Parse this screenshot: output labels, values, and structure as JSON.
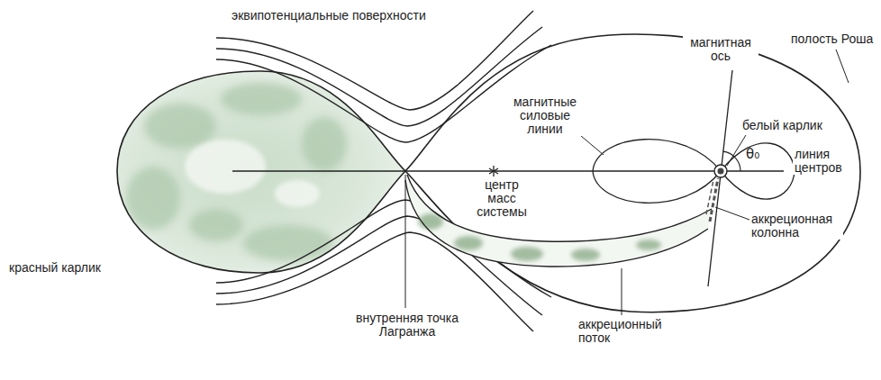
{
  "diagram": {
    "labels": [
      "эквипотенциальные поверхности",
      "магнитная ось",
      "полость Роша",
      "магнитные силовые линии",
      "белый карлик",
      "линия центров",
      "θ₀",
      "центр масс системы",
      "аккреционная колонна",
      "красный карлик",
      "внутренняя точка Лагранжа",
      "аккреционный поток"
    ]
  }
}
